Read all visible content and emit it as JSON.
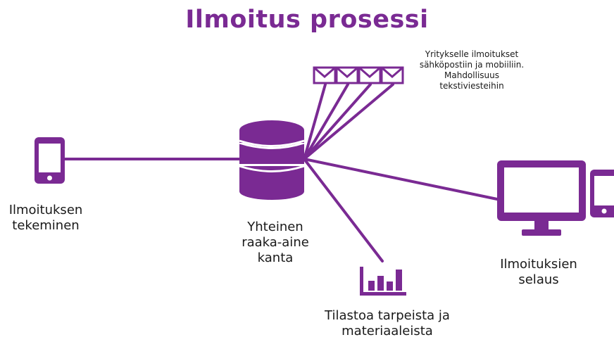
{
  "title": "Ilmoitus prosessi",
  "accent_color": "#7a2a93",
  "nodes": {
    "submit": {
      "icon": "smartphone-icon",
      "label_line1": "Ilmoituksen",
      "label_line2": "tekeminen"
    },
    "database": {
      "icon": "database-icon",
      "label_line1": "Yhteinen",
      "label_line2": "raaka-aine",
      "label_line3": "kanta"
    },
    "notifications": {
      "icon": "envelope-icon",
      "count": 4,
      "text_line1": "Yritykselle ilmoitukset",
      "text_line2": "sähköpostiin ja mobiiliin.",
      "text_line3": "Mahdollisuus",
      "text_line4": "tekstiviesteihin"
    },
    "statistics": {
      "icon": "bar-chart-icon",
      "label_line1": "Tilastoa tarpeista ja",
      "label_line2": "materiaaleista"
    },
    "browse": {
      "icon": "monitor-icon",
      "secondary_icon": "smartphone-icon",
      "label_line1": "Ilmoituksien",
      "label_line2": "selaus"
    }
  }
}
